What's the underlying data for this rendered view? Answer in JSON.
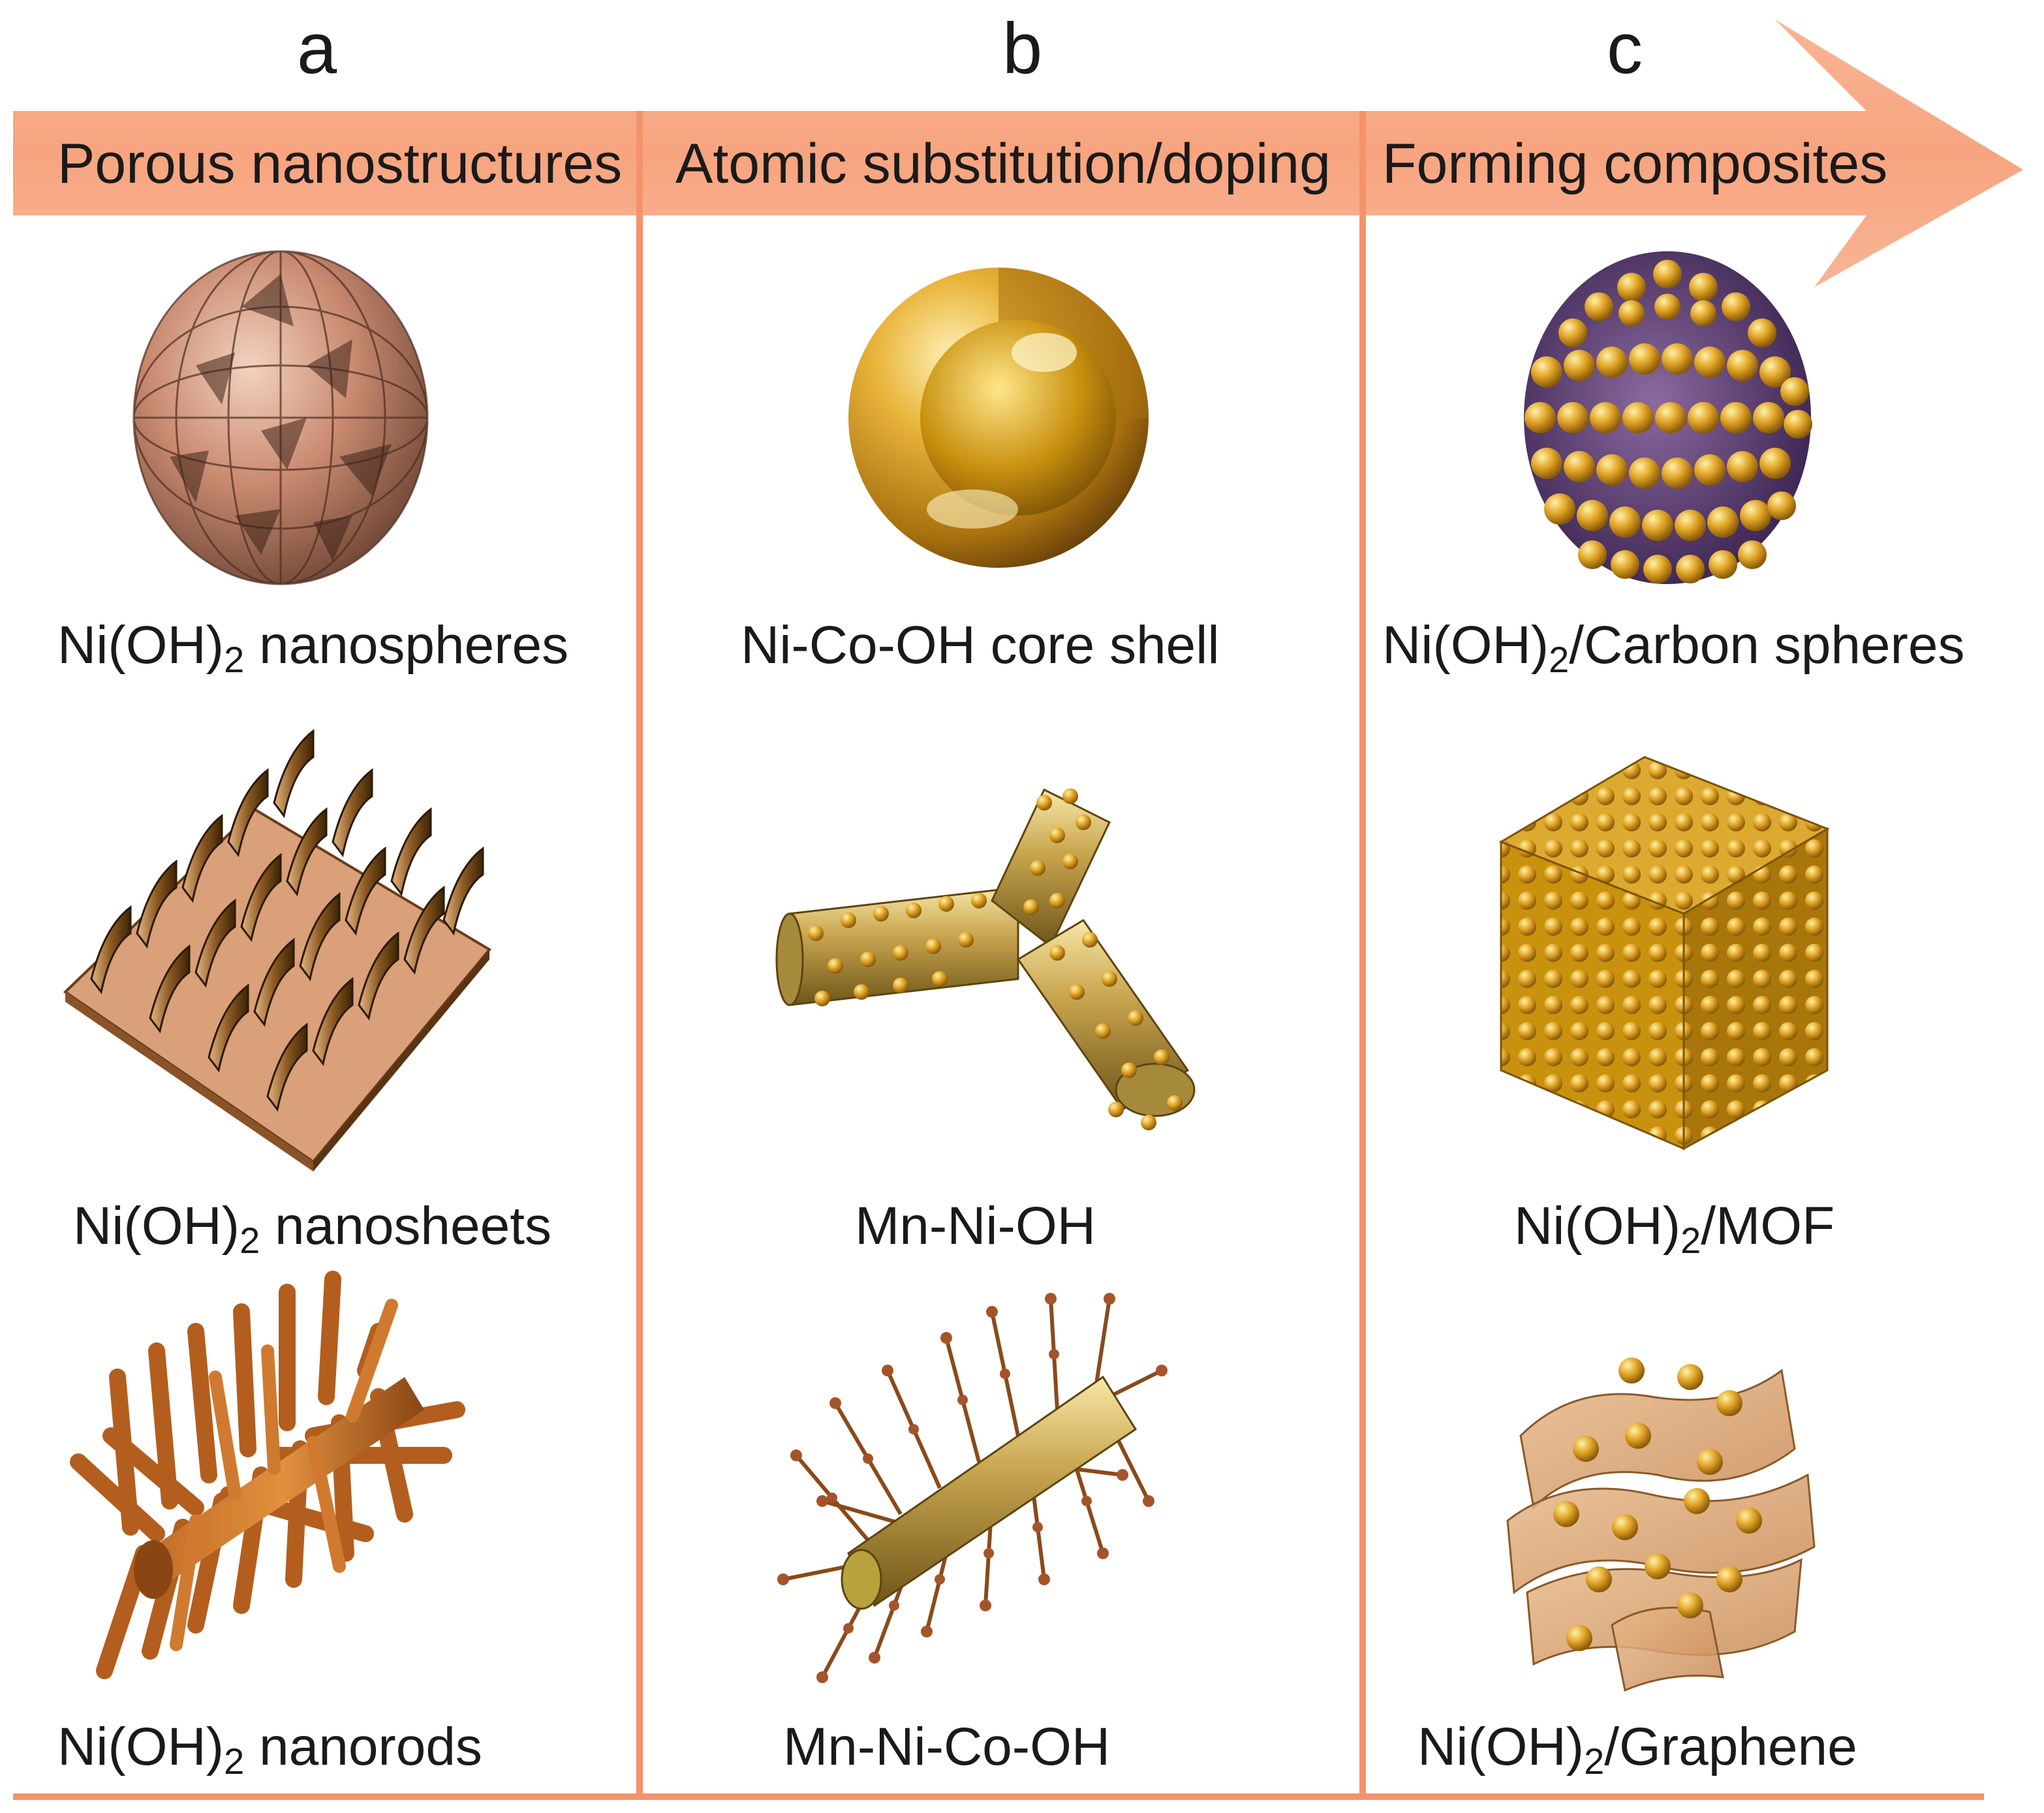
{
  "columns": [
    {
      "letter": "a",
      "header": "Porous nanostructures",
      "items": [
        {
          "prefix": "Ni(OH)",
          "sub": "2",
          "suffix": " nanospheres"
        },
        {
          "prefix": "Ni(OH)",
          "sub": "2",
          "suffix": " nanosheets"
        },
        {
          "prefix": "Ni(OH)",
          "sub": "2",
          "suffix": " nanorods"
        }
      ]
    },
    {
      "letter": "b",
      "header": "Atomic substitution/doping",
      "items": [
        {
          "prefix": "Ni-Co-OH core shell",
          "sub": "",
          "suffix": ""
        },
        {
          "prefix": "Mn-Ni-OH",
          "sub": "",
          "suffix": ""
        },
        {
          "prefix": "Mn-Ni-Co-OH",
          "sub": "",
          "suffix": ""
        }
      ]
    },
    {
      "letter": "c",
      "header": "Forming composites",
      "items": [
        {
          "prefix": "Ni(OH)",
          "sub": "2",
          "suffix": "/Carbon spheres"
        },
        {
          "prefix": "Ni(OH)",
          "sub": "2",
          "suffix": "/MOF"
        },
        {
          "prefix": "Ni(OH)",
          "sub": "2",
          "suffix": "/Graphene"
        }
      ]
    }
  ],
  "colors": {
    "arrow": "#f7a47f",
    "divider": "#f4936a",
    "copper": "#c98a66",
    "gold": "#d9a024",
    "brown": "#a0521d",
    "purple": "#5b3a6e"
  }
}
